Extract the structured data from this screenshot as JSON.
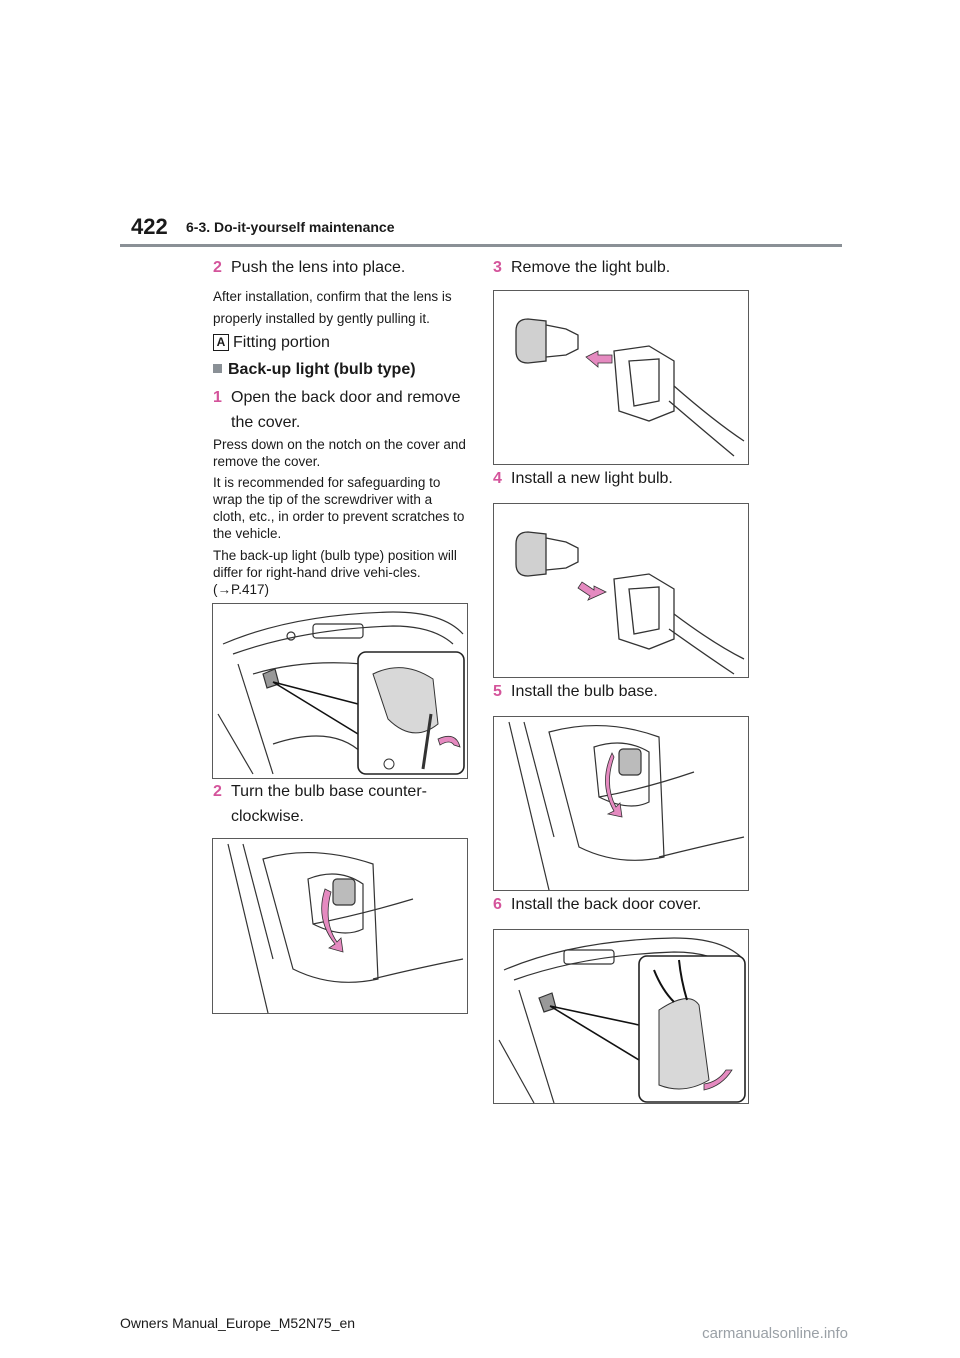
{
  "header": {
    "page_number": "422",
    "section": "6-3. Do-it-yourself maintenance"
  },
  "left": {
    "step2": {
      "num": "2",
      "text": "Push the lens into place."
    },
    "note_install": "After installation, confirm that the lens is properly installed by gently pulling it.",
    "fitting": {
      "badge": "A",
      "text": "Fitting portion"
    },
    "heading": "Back-up light (bulb type)",
    "step1": {
      "num": "1",
      "line1": "Open the back door and remove",
      "line2": "the cover."
    },
    "note1": "Press down on the notch on the cover and remove the cover.",
    "note2": "It is recommended for safeguarding to wrap the tip of the screwdriver with a cloth, etc., in order to prevent scratches to the vehicle.",
    "note3": "The back-up light (bulb type) position will differ for right-hand drive vehi-cles.(→P.417)",
    "step2b": {
      "num": "2",
      "line1": "Turn the bulb base counter-",
      "line2": "clockwise."
    }
  },
  "right": {
    "step3": {
      "num": "3",
      "text": "Remove the light bulb."
    },
    "step4": {
      "num": "4",
      "text": "Install a new light bulb."
    },
    "step5": {
      "num": "5",
      "text": "Install the bulb base."
    },
    "step6": {
      "num": "6",
      "text": "Install the back door cover."
    }
  },
  "footer": {
    "text": "Owners Manual_Europe_M52N75_en",
    "watermark": "carmanualsonline.info"
  },
  "colors": {
    "step_accent": "#d4549b",
    "arrow_fill": "#e58ac0",
    "rule": "#8a9096"
  }
}
